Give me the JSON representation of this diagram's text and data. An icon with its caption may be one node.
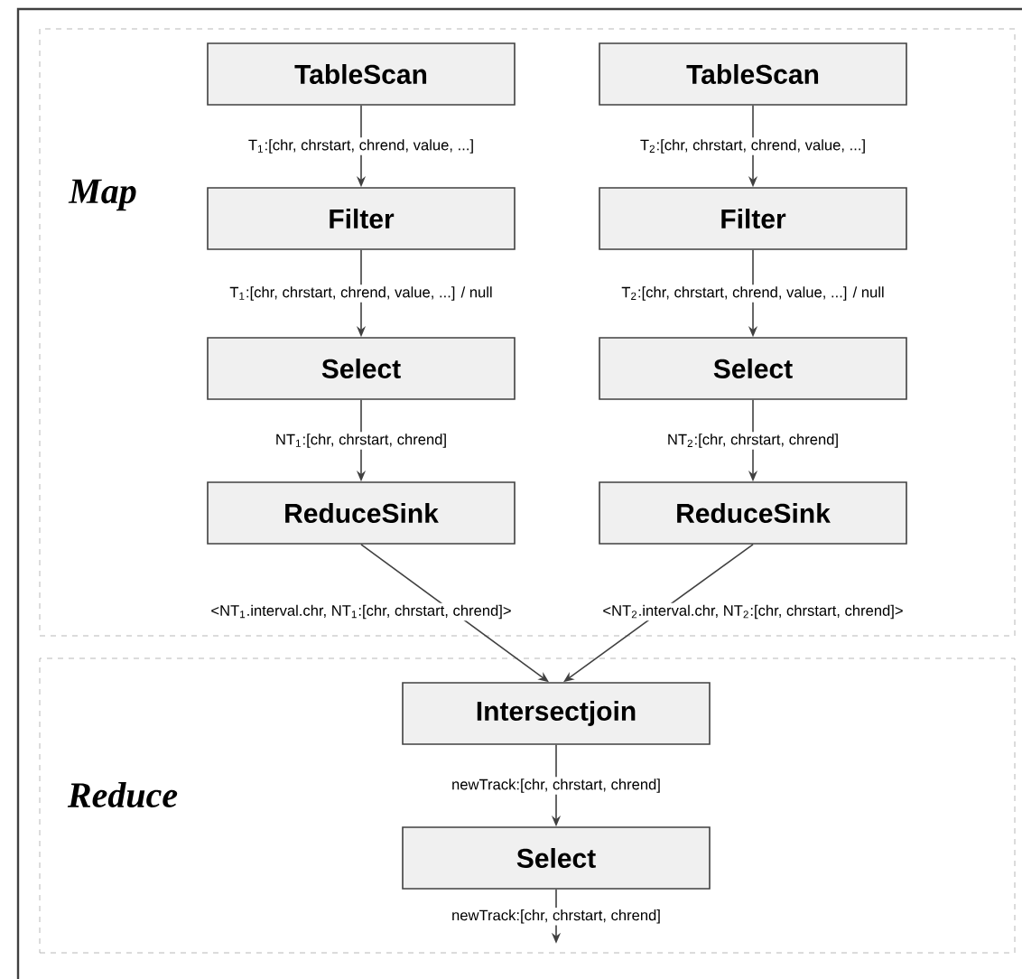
{
  "diagram": {
    "nodes": [
      {
        "text": [
          "Map"
        ]
      },
      {
        "text": [
          "Reduce"
        ]
      },
      {
        "text": [
          "TableScan"
        ],
        "in": 0
      },
      {
        "text": [
          "TableScan"
        ],
        "in": 0
      },
      {
        "text": [
          "Filter"
        ],
        "in": 0
      },
      {
        "text": [
          "Filter"
        ],
        "in": 0
      },
      {
        "text": [
          "Select"
        ],
        "in": 0
      },
      {
        "text": [
          "Select"
        ],
        "in": 0
      },
      {
        "text": [
          "ReduceSink"
        ],
        "in": 0
      },
      {
        "text": [
          "ReduceSink"
        ],
        "in": 0
      },
      {
        "text": [
          "Intersectjoin"
        ],
        "in": 1
      },
      {
        "text": [
          "Select"
        ],
        "in": 1
      }
    ],
    "edges": [
      {
        "from": 2,
        "to": 4,
        "arrow": "to",
        "label": "T$_{1}$:[chr, chrstart, chrend, value, ...]"
      },
      {
        "from": 3,
        "to": 5,
        "arrow": "to",
        "label": "T$_{2}$:[chr, chrstart, chrend, value, ...]"
      },
      {
        "from": 4,
        "to": 6,
        "arrow": "to",
        "label": "T$_{1}$:[chr, chrstart, chrend, value, ...] / null"
      },
      {
        "from": 5,
        "to": 7,
        "arrow": "to",
        "label": "T$_{2}$:[chr, chrstart, chrend, value, ...] / null"
      },
      {
        "from": 6,
        "to": 8,
        "arrow": "to",
        "label": "NT$_{1}$:[chr, chrstart, chrend]"
      },
      {
        "from": 7,
        "to": 9,
        "arrow": "to",
        "label": "NT$_{2}$:[chr, chrstart, chrend]"
      },
      {
        "from": 8,
        "to": 10,
        "arrow": "to",
        "label": "<NT$_{1}$.interval.chr, NT$_{1}$:[chr, chrstart, chrend]>"
      },
      {
        "from": 9,
        "to": 10,
        "arrow": "to",
        "label": "<NT$_{2}$.interval.chr, NT$_{2}$:[chr, chrstart, chrend]>"
      },
      {
        "from": 10,
        "to": 11,
        "arrow": "to",
        "label": "newTrack:[chr, chrstart, chrend]"
      },
      {
        "from": 11,
        "to": null,
        "arrow": "to",
        "label": "newTrack:[chr, chrstart, chrend]"
      }
    ]
  }
}
